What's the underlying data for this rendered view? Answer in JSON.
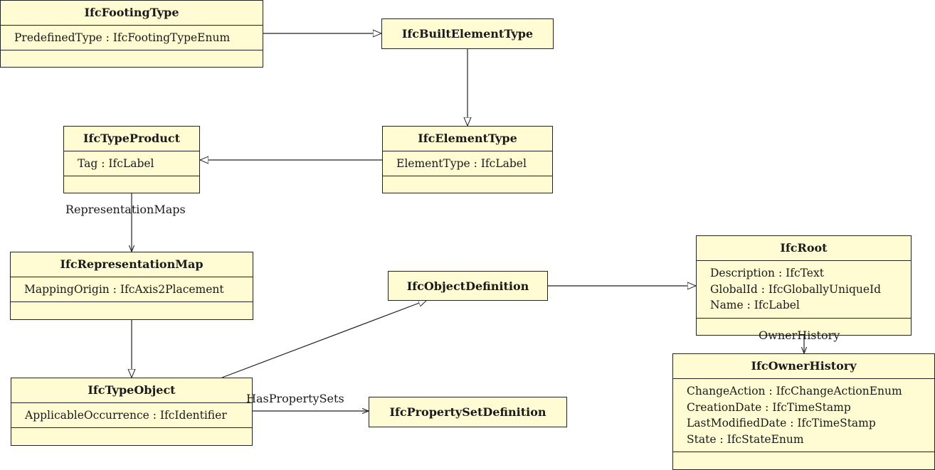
{
  "classes": {
    "footing_type": {
      "name": "IfcFootingType",
      "attributes": [
        "PredefinedType : IfcFootingTypeEnum"
      ]
    },
    "built_element_type": {
      "name": "IfcBuiltElementType"
    },
    "type_product": {
      "name": "IfcTypeProduct",
      "attributes": [
        "Tag : IfcLabel"
      ]
    },
    "element_type": {
      "name": "IfcElementType",
      "attributes": [
        "ElementType : IfcLabel"
      ]
    },
    "representation_map": {
      "name": "IfcRepresentationMap",
      "attributes": [
        "MappingOrigin : IfcAxis2Placement"
      ]
    },
    "object_definition": {
      "name": "IfcObjectDefinition"
    },
    "root": {
      "name": "IfcRoot",
      "attributes": [
        "Description : IfcText",
        "GlobalId : IfcGloballyUniqueId",
        "Name : IfcLabel"
      ]
    },
    "type_object": {
      "name": "IfcTypeObject",
      "attributes": [
        "ApplicableOccurrence : IfcIdentifier"
      ]
    },
    "property_set_definition": {
      "name": "IfcPropertySetDefinition"
    },
    "owner_history": {
      "name": "IfcOwnerHistory",
      "attributes": [
        "ChangeAction : IfcChangeActionEnum",
        "CreationDate : IfcTimeStamp",
        "LastModifiedDate : IfcTimeStamp",
        "State : IfcStateEnum"
      ]
    }
  },
  "associations": {
    "representation_maps": "RepresentationMaps",
    "has_property_sets": "HasPropertySets",
    "owner_history": "OwnerHistory"
  }
}
